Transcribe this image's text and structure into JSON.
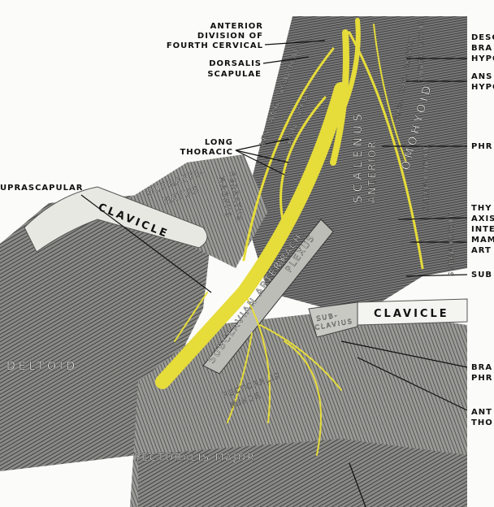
{
  "labels_left": {
    "anterior_division": [
      "ANTERIOR",
      "DIVISION OF",
      "FOURTH CERVICAL"
    ],
    "dorsalis_scapulae": [
      "DORSALIS",
      "SCAPULAE"
    ],
    "long_thoracic": [
      "LONG",
      "THORACIC"
    ],
    "suprascapular": "UPRASCAPULAR",
    "deltoid": "DELTOID"
  },
  "labels_right": {
    "descending": [
      "DESC",
      "BRA",
      "HYPO"
    ],
    "ansa": [
      "ANS",
      "HYPO"
    ],
    "phrenic": "PHR",
    "thyroid_axis": [
      "THY",
      "AXIS",
      "INTE",
      "MAM",
      "ART"
    ],
    "subclavian": "SUB",
    "brachial_phrenic": [
      "BRA",
      "PHR"
    ],
    "anterior_thoracic": [
      "ANT",
      "THO"
    ]
  },
  "structures": {
    "clavicle_left": "CLAVICLE",
    "clavicle_right": "CLAVICLE",
    "supraspinatus": [
      "SUPRASPI-",
      "NATUS"
    ],
    "serratus": [
      "SERRATUS",
      "MAGNUS"
    ],
    "lev_ang_scapulae": "LEV. ANG. SCAPULAE",
    "scal_med": "SCAL. MED.",
    "scalenus_anterior": [
      "SCALENUS",
      "ANTERIOR"
    ],
    "com_car_artery": "COM. CAR. ARTERY",
    "thyrohyoid": "THYRO HYOID",
    "omohyoid": "OMOHYOID",
    "sternohyoid_upper": "STERNO HYOID",
    "sternohyoid_lower": "STERNOHYOID",
    "brach_plexus": [
      "BRACH.",
      "PLEXUS"
    ],
    "subclavian_artery": "SUBCLAVIAN ARTERY",
    "subclavius": [
      "SUB-",
      "CLAVIUS"
    ],
    "pectoralis_minor": [
      "PECTORALIS",
      "MINOR"
    ],
    "pectoralis_major": "PECTORALIS MAJOR"
  },
  "colors": {
    "nerve": "#e6dc3a",
    "muscle": "#6a6a6a",
    "bone": "#e8e8e2"
  }
}
